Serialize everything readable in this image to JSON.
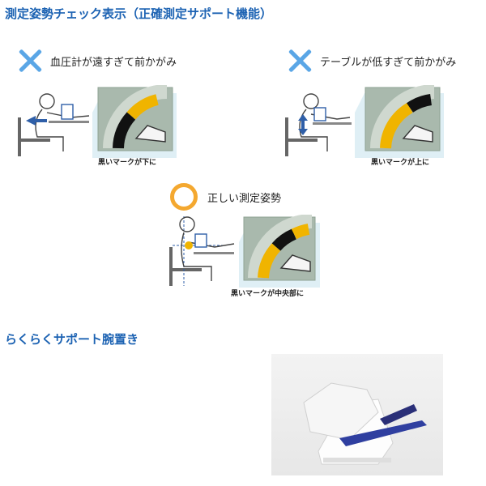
{
  "title": "測定姿勢チェック表示（正確測定サポート機能）",
  "cases": [
    {
      "mark": "cross-icon",
      "label": "血圧計が遠すぎて前かがみ",
      "caption": "黒いマークが下に"
    },
    {
      "mark": "cross-icon",
      "label": "テーブルが低すぎて前かがみ",
      "caption": "黒いマークが上に"
    },
    {
      "mark": "circle-icon",
      "label": "正しい測定姿勢",
      "caption": "黒いマークが中央部に"
    }
  ],
  "section2_title": "らくらくサポート腕置き",
  "colors": {
    "accent": "#1d63b3",
    "cross": "#5aa6e6",
    "circle": "#f4a830",
    "arc_yellow": "#f0b400",
    "panel_bg": "#a9b9ad",
    "arrow": "#2f5fa8"
  }
}
